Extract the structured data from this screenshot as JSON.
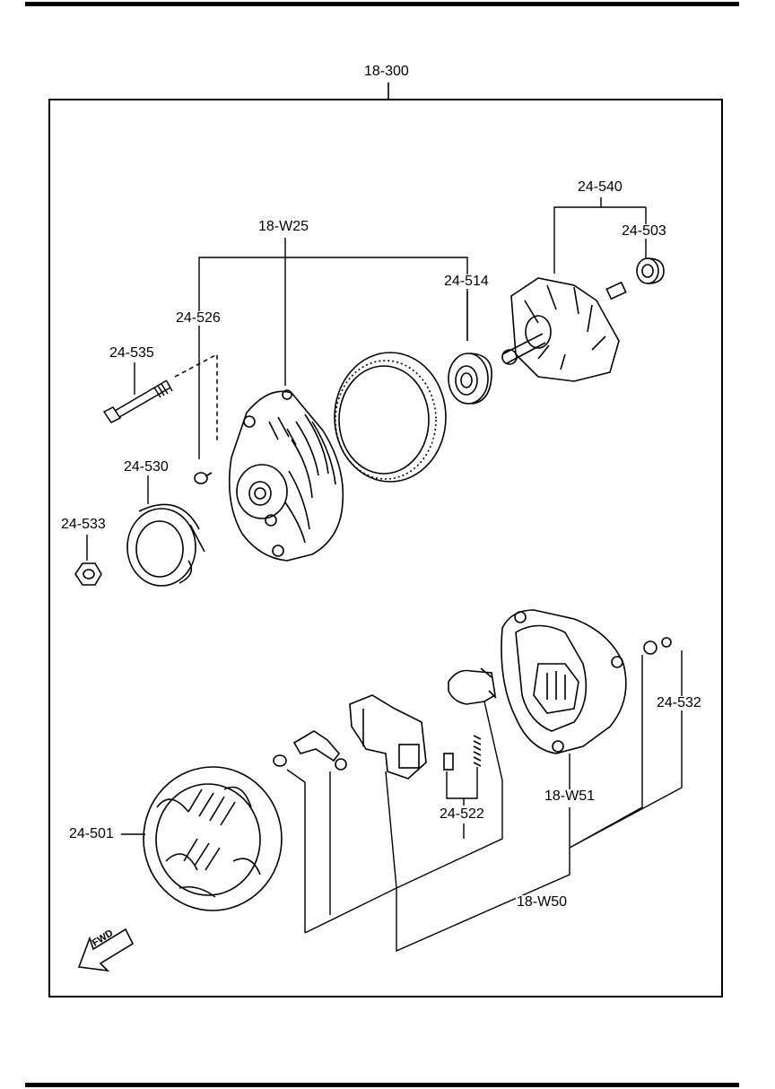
{
  "colors": {
    "ink": "#000000",
    "paper": "#ffffff"
  },
  "assembly": {
    "label": "18-300"
  },
  "labels": {
    "l24_540": "24-540",
    "l24_503": "24-503",
    "l18_w25": "18-W25",
    "l24_514": "24-514",
    "l24_526": "24-526",
    "l24_535": "24-535",
    "l24_530": "24-530",
    "l24_533": "24-533",
    "l24_532": "24-532",
    "l18_w51": "18-W51",
    "l24_522": "24-522",
    "l24_501": "24-501",
    "l18_w50": "18-W50"
  },
  "direction": {
    "label": "FWD",
    "icon": "fwd-arrow-icon"
  }
}
